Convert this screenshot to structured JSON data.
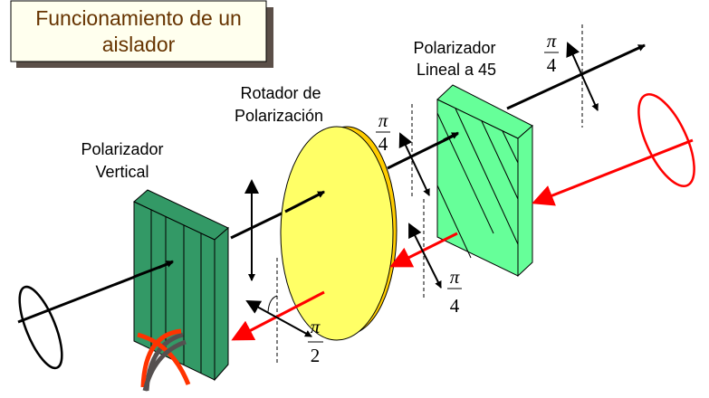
{
  "title": {
    "line1": "Funcionamiento de un",
    "line2": "aislador"
  },
  "labels": {
    "rotator": [
      "Rotador de",
      "Polarización"
    ],
    "vertical_polarizer": [
      "Polarizador",
      "Vertical"
    ],
    "linear_polarizer": [
      "Polarizador",
      "Lineal a 45"
    ]
  },
  "angles": {
    "a1": {
      "num": "π",
      "den": "4"
    },
    "a2": {
      "num": "π",
      "den": "4"
    },
    "a3": {
      "num": "π",
      "den": "4"
    },
    "a4": {
      "num": "π",
      "den": "2"
    }
  },
  "colors": {
    "title_bg": "#ffffee",
    "title_text": "#663300",
    "shadow": "#5b4f48",
    "vertical_polarizer": "#339966",
    "linear_polarizer": "#66ff99",
    "rotator": "#ffff66",
    "rotator_rim": "#ffcc00",
    "reflected": "#ff0000"
  }
}
